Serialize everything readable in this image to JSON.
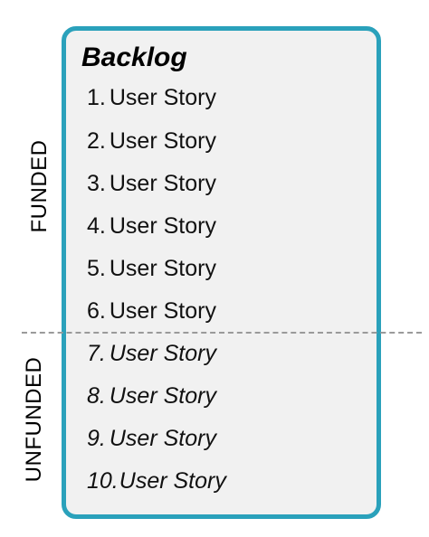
{
  "backlog": {
    "title": "Backlog",
    "funded_label": "FUNDED",
    "unfunded_label": "UNFUNDED",
    "stories": [
      {
        "number": "1.",
        "text": "User Story",
        "funded": true
      },
      {
        "number": "2.",
        "text": "User Story",
        "funded": true
      },
      {
        "number": "3.",
        "text": "User Story",
        "funded": true
      },
      {
        "number": "4.",
        "text": "User Story",
        "funded": true
      },
      {
        "number": "5.",
        "text": "User Story",
        "funded": true
      },
      {
        "number": "6.",
        "text": "User Story",
        "funded": true
      },
      {
        "number": "7.",
        "text": "User Story",
        "funded": false
      },
      {
        "number": "8.",
        "text": "User Story",
        "funded": false
      },
      {
        "number": "9.",
        "text": "User Story",
        "funded": false
      },
      {
        "number": "10.",
        "text": "User Story",
        "funded": false
      }
    ]
  },
  "colors": {
    "border": "#2aa1bb",
    "panel": "#f1f1f1",
    "divider": "#9a9a9a"
  }
}
